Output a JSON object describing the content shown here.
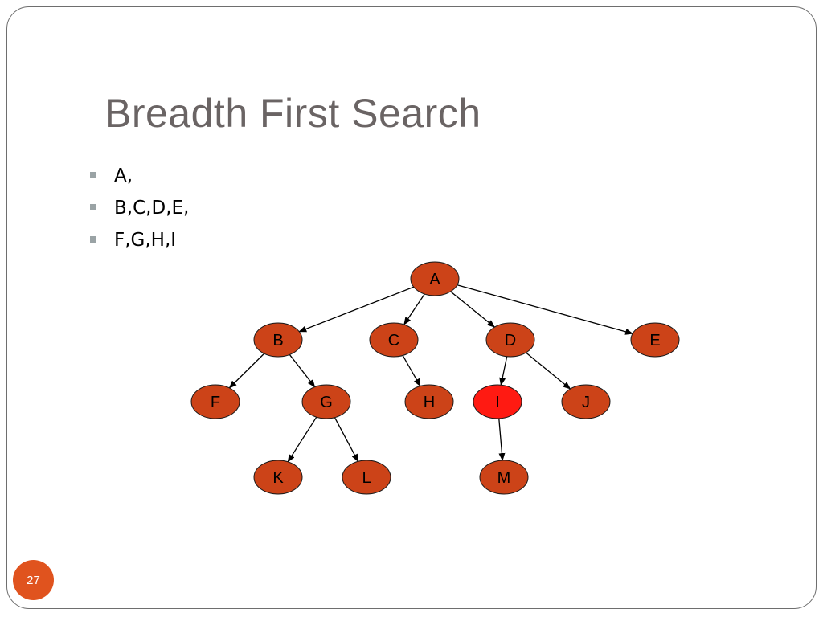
{
  "slide": {
    "title": "Breadth First Search",
    "bullets": [
      "A,",
      "B,C,D,E,",
      "F,G,H,I"
    ],
    "page_number": "27"
  },
  "colors": {
    "node_fill": "#cc4318",
    "node_highlight_fill": "#ff1a12",
    "node_stroke": "#1a1a1a",
    "title": "#6a6464",
    "bullet_marker": "#9aa3a5",
    "page_badge": "#e0531e"
  },
  "tree": {
    "nodes": [
      {
        "id": "A",
        "label": "A",
        "highlighted": false
      },
      {
        "id": "B",
        "label": "B",
        "highlighted": false
      },
      {
        "id": "C",
        "label": "C",
        "highlighted": false
      },
      {
        "id": "D",
        "label": "D",
        "highlighted": false
      },
      {
        "id": "E",
        "label": "E",
        "highlighted": false
      },
      {
        "id": "F",
        "label": "F",
        "highlighted": false
      },
      {
        "id": "G",
        "label": "G",
        "highlighted": false
      },
      {
        "id": "H",
        "label": "H",
        "highlighted": false
      },
      {
        "id": "I",
        "label": "I",
        "highlighted": true
      },
      {
        "id": "J",
        "label": "J",
        "highlighted": false
      },
      {
        "id": "K",
        "label": "K",
        "highlighted": false
      },
      {
        "id": "L",
        "label": "L",
        "highlighted": false
      },
      {
        "id": "M",
        "label": "M",
        "highlighted": false
      }
    ],
    "edges": [
      {
        "from": "A",
        "to": "B"
      },
      {
        "from": "A",
        "to": "C"
      },
      {
        "from": "A",
        "to": "D"
      },
      {
        "from": "A",
        "to": "E"
      },
      {
        "from": "B",
        "to": "F"
      },
      {
        "from": "B",
        "to": "G"
      },
      {
        "from": "C",
        "to": "H"
      },
      {
        "from": "D",
        "to": "I"
      },
      {
        "from": "D",
        "to": "J"
      },
      {
        "from": "G",
        "to": "K"
      },
      {
        "from": "G",
        "to": "L"
      },
      {
        "from": "I",
        "to": "M"
      }
    ]
  }
}
